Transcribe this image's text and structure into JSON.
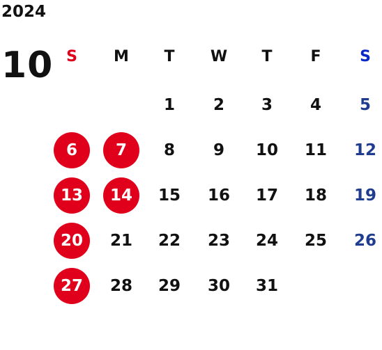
{
  "calendar": {
    "year": "2024",
    "month": "10",
    "weekdays": [
      "S",
      "M",
      "T",
      "W",
      "T",
      "F",
      "S"
    ],
    "weeks": [
      [
        "",
        "",
        "1",
        "2",
        "3",
        "4",
        "5"
      ],
      [
        "6",
        "7",
        "8",
        "9",
        "10",
        "11",
        "12"
      ],
      [
        "13",
        "14",
        "15",
        "16",
        "17",
        "18",
        "19"
      ],
      [
        "20",
        "21",
        "22",
        "23",
        "24",
        "25",
        "26"
      ],
      [
        "27",
        "28",
        "29",
        "30",
        "31",
        "",
        ""
      ]
    ],
    "highlighted_days": [
      "6",
      "7",
      "13",
      "14",
      "20",
      "27"
    ]
  },
  "colors": {
    "sunday_header": "#e0001b",
    "saturday_header": "#0a28c8",
    "saturday_day": "#1f3c8f",
    "highlight_circle": "#e0001b",
    "default_text": "#111111"
  }
}
